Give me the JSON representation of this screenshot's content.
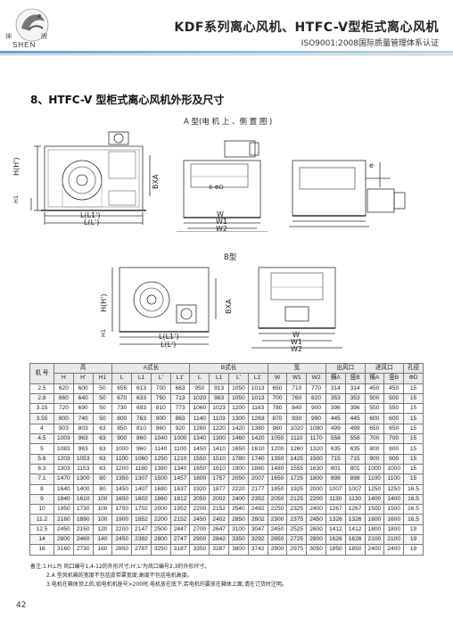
{
  "header": {
    "logo_text": "SHEN",
    "logo_chars": [
      "神",
      "牌"
    ],
    "title": "KDF系列离心风机、HTFC-V型柜式离心风机",
    "certification": "ISO9001:2008国际质量管理体系认证"
  },
  "section": {
    "title": "8、HTFC-V 型柜式离心风机外形及尺寸"
  },
  "diagram_a": {
    "caption": "A 型(电 机 上 、侧 置 图 )",
    "labels": {
      "h": "H(H')",
      "h1": "H1",
      "bxa": "BXA",
      "l1": "L(L1')",
      "l": "L(L')",
      "phi": "8-ΦD",
      "w": "W",
      "w1": "W1",
      "w2": "W2",
      "e": "e"
    }
  },
  "diagram_b": {
    "caption": "B型",
    "labels": {
      "h": "H(H')",
      "h1": "H1",
      "bxa": "BXA",
      "l1": "L(L1')",
      "l": "L(L')",
      "w": "W",
      "w1": "W1",
      "w2": "W2"
    }
  },
  "table": {
    "group_headers": {
      "machine": "机 号",
      "height": "高",
      "a_length": "A式长",
      "b_length": "B式长",
      "width": "宽",
      "outlet": "出风口",
      "inlet": "进风口",
      "hole": "孔径"
    },
    "sub_headers": [
      "H",
      "H'",
      "H1",
      "L",
      "L1",
      "L'",
      "L1'",
      "L",
      "L1",
      "L'",
      "L1'",
      "W",
      "W1",
      "W2",
      "横A",
      "竖B",
      "横A",
      "竖B",
      "ΦD"
    ],
    "rows": [
      [
        "2.5",
        "620",
        "600",
        "50",
        "655",
        "613",
        "700",
        "663",
        "950",
        "913",
        "1050",
        "1013",
        "650",
        "710",
        "770",
        "314",
        "314",
        "450",
        "450",
        "15"
      ],
      [
        "2.8",
        "660",
        "640",
        "50",
        "670",
        "633",
        "750",
        "713",
        "1020",
        "983",
        "1050",
        "1013",
        "700",
        "760",
        "820",
        "353",
        "353",
        "500",
        "500",
        "15"
      ],
      [
        "3.15",
        "720",
        "690",
        "50",
        "730",
        "693",
        "810",
        "773",
        "1060",
        "1023",
        "1200",
        "1163",
        "780",
        "840",
        "900",
        "396",
        "396",
        "550",
        "550",
        "15"
      ],
      [
        "3.55",
        "800",
        "740",
        "50",
        "800",
        "763",
        "900",
        "863",
        "1140",
        "1103",
        "1300",
        "1263",
        "870",
        "930",
        "990",
        "445",
        "445",
        "600",
        "600",
        "15"
      ],
      [
        "4",
        "903",
        "803",
        "63",
        "850",
        "810",
        "960",
        "920",
        "1260",
        "1220",
        "1420",
        "1380",
        "960",
        "1020",
        "1080",
        "499",
        "499",
        "650",
        "650",
        "15"
      ],
      [
        "4.5",
        "1003",
        "963",
        "63",
        "900",
        "860",
        "1040",
        "1000",
        "1340",
        "1300",
        "1460",
        "1420",
        "1050",
        "1110",
        "1170",
        "558",
        "558",
        "700",
        "700",
        "15"
      ],
      [
        "5",
        "1083",
        "963",
        "63",
        "1000",
        "960",
        "1140",
        "1100",
        "1450",
        "1410",
        "1650",
        "1610",
        "1200",
        "1260",
        "1320",
        "635",
        "635",
        "800",
        "800",
        "15"
      ],
      [
        "5.6",
        "1203",
        "1053",
        "63",
        "1100",
        "1060",
        "1250",
        "1210",
        "1550",
        "1510",
        "1780",
        "1740",
        "1350",
        "1425",
        "1500",
        "715",
        "715",
        "900",
        "900",
        "15"
      ],
      [
        "6.3",
        "1303",
        "1153",
        "63",
        "1200",
        "1160",
        "1380",
        "1340",
        "1650",
        "1610",
        "1900",
        "1860",
        "1480",
        "1555",
        "1630",
        "801",
        "801",
        "1000",
        "1000",
        "15"
      ],
      [
        "7.1",
        "1470",
        "1300",
        "80",
        "1350",
        "1307",
        "1500",
        "1457",
        "1800",
        "1757",
        "2050",
        "2007",
        "1650",
        "1725",
        "1800",
        "898",
        "898",
        "1100",
        "1100",
        "15"
      ],
      [
        "8",
        "1640",
        "1400",
        "80",
        "1450",
        "1407",
        "1680",
        "1637",
        "1920",
        "1877",
        "2220",
        "2177",
        "1850",
        "1925",
        "2000",
        "1007",
        "1007",
        "1250",
        "1250",
        "16.5"
      ],
      [
        "9",
        "1840",
        "1610",
        "100",
        "1650",
        "1602",
        "1860",
        "1812",
        "2050",
        "2002",
        "2400",
        "2352",
        "2050",
        "2125",
        "2200",
        "1130",
        "1130",
        "1400",
        "1400",
        "16.5"
      ],
      [
        "10",
        "1950",
        "1730",
        "100",
        "1750",
        "1702",
        "2000",
        "1952",
        "2200",
        "2152",
        "2540",
        "2492",
        "2250",
        "2325",
        "2400",
        "1267",
        "1267",
        "1500",
        "1500",
        "16.5"
      ],
      [
        "11.2",
        "2160",
        "1890",
        "100",
        "1900",
        "1852",
        "2200",
        "2152",
        "2450",
        "2402",
        "2850",
        "2802",
        "2300",
        "2375",
        "2450",
        "1326",
        "1326",
        "1600",
        "1600",
        "16.5"
      ],
      [
        "12.5",
        "2450",
        "2150",
        "120",
        "2200",
        "2147",
        "2500",
        "2447",
        "2700",
        "2647",
        "3100",
        "3047",
        "2450",
        "2525",
        "2600",
        "1412",
        "1412",
        "1800",
        "1800",
        "19"
      ],
      [
        "14",
        "2800",
        "2460",
        "140",
        "2450",
        "2392",
        "2800",
        "2747",
        "2900",
        "2842",
        "3350",
        "3292",
        "2650",
        "2725",
        "2800",
        "1626",
        "1626",
        "2100",
        "2100",
        "19"
      ],
      [
        "16",
        "3160",
        "2730",
        "160",
        "2850",
        "2787",
        "3250",
        "3187",
        "3350",
        "3287",
        "3800",
        "3742",
        "2900",
        "2975",
        "3050",
        "1850",
        "1850",
        "2400",
        "2400",
        "19"
      ]
    ]
  },
  "notes": [
    "备注:1.H,L为 风口编号1,4-12的外形尺寸;H',L'为风口编号2,3的外形尺寸。",
    "2.A 型风机箱的宽度不包括皮带罩宽度;高度不包括电机高度。",
    "3.电机在箱体顶上的,如电机机座号>200时,电机放在底下,若电机的要放在箱体上面,请在订货时注明。"
  ],
  "page_number": "42"
}
